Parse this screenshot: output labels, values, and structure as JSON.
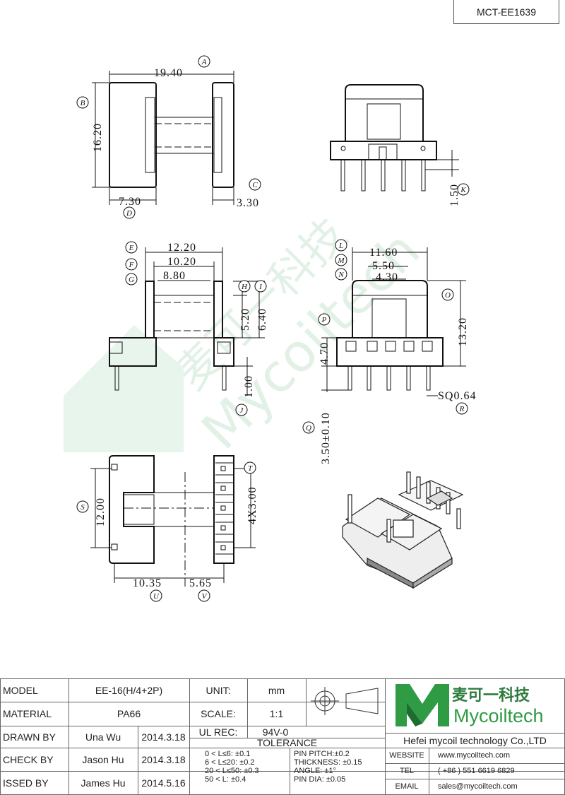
{
  "doc_id": "MCT-EE1639",
  "watermark": {
    "cn": "麦可一科技",
    "en": "Mycoiltech"
  },
  "dimensions": {
    "d_19_40": "19.40",
    "d_16_20": "16.20",
    "d_7_30": "7.30",
    "d_3_30": "3.30",
    "d_12_20": "12.20",
    "d_10_20": "10.20",
    "d_8_80": "8.80",
    "d_5_20": "5.20",
    "d_6_40": "6.40",
    "d_1_00": "1.00",
    "d_1_50": "1.50",
    "d_11_60": "11.60",
    "d_5_50": "5.50",
    "d_4_30": "4.30",
    "d_13_20": "13.20",
    "d_4_70": "4.70",
    "d_3_50": "3.50±0.10",
    "d_sq": "SQ0.64",
    "d_12_00": "12.00",
    "d_4x3": "4X3.00",
    "d_10_35": "10.35",
    "d_5_65": "5.65"
  },
  "callouts": [
    "A",
    "B",
    "C",
    "D",
    "E",
    "F",
    "G",
    "H",
    "I",
    "J",
    "K",
    "L",
    "M",
    "N",
    "O",
    "P",
    "Q",
    "R",
    "S",
    "T",
    "U",
    "V"
  ],
  "title_block": {
    "model_label": "MODEL",
    "model_value": "EE-16(H/4+2P)",
    "material_label": "MATERIAL",
    "material_value": "PA66",
    "drawn_label": "DRAWN BY",
    "drawn_name": "Una Wu",
    "drawn_date": "2014.3.18",
    "check_label": "CHECK BY",
    "check_name": "Jason Hu",
    "check_date": "2014.3.18",
    "issued_label": "ISSED BY",
    "issued_name": "James Hu",
    "issued_date": "2014.5.16",
    "unit_label": "UNIT:",
    "unit_value": "mm",
    "scale_label": "SCALE:",
    "scale_value": "1:1",
    "ul_label": "UL REC:",
    "ul_value": "94V-0",
    "tolerance_label": "TOLERANCE",
    "tol_1": "0 < L≤6:  ±0.1",
    "tol_2": "6 < L≤20:  ±0.2",
    "tol_3": "20 < L≤50:  ±0.3",
    "tol_4": "50 < L:  ±0.4",
    "pin_pitch": "PIN PITCH:±0.2",
    "thickness": "THICKNESS:  ±0.15",
    "angle": "ANGLE:  ±1°",
    "pin_dia": "PIN DIA:  ±0.05",
    "company_cn": "麦可一科技",
    "company_en": "Mycoiltech",
    "company_full": "Hefei mycoil technology Co.,LTD",
    "website_label": "WEBSITE",
    "website_value": "www.mycoiltech.com",
    "tel_label": "TEL",
    "tel_value": "( +86 ) 551 6619 6829",
    "email_label": "EMAIL",
    "email_value": "sales@mycoiltech.com"
  },
  "colors": {
    "brand_green": "#2f9b45",
    "watermark_green": "#dff0e4"
  }
}
